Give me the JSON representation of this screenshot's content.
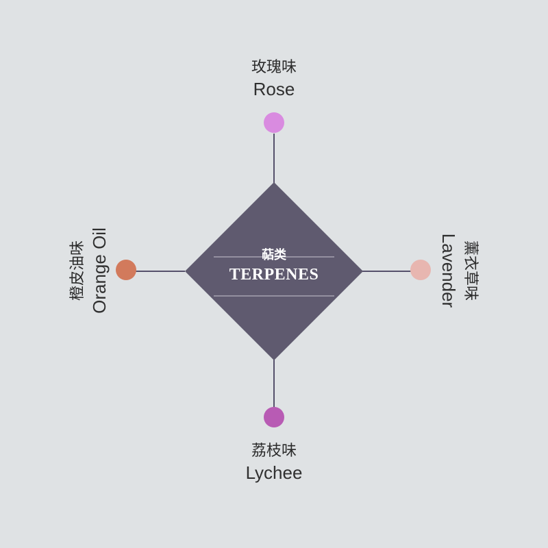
{
  "center": {
    "title_cn": "萜类",
    "title_en": "TERPENES",
    "color": "#5f5a6f"
  },
  "nodes": {
    "top": {
      "name_cn": "玫瑰味",
      "name_en": "Rose",
      "color": "#d98be0"
    },
    "right": {
      "name_cn": "薰衣草味",
      "name_en": "Lavender",
      "color": "#e8b6b0"
    },
    "bottom": {
      "name_cn": "荔枝味",
      "name_en": "Lychee",
      "color": "#b85bb4"
    },
    "left": {
      "name_cn": "橙皮油味",
      "name_en": "Orange Oil",
      "color": "#d27a5c"
    }
  },
  "connector_color": "#55506a",
  "background_color": "#dfe2e4"
}
